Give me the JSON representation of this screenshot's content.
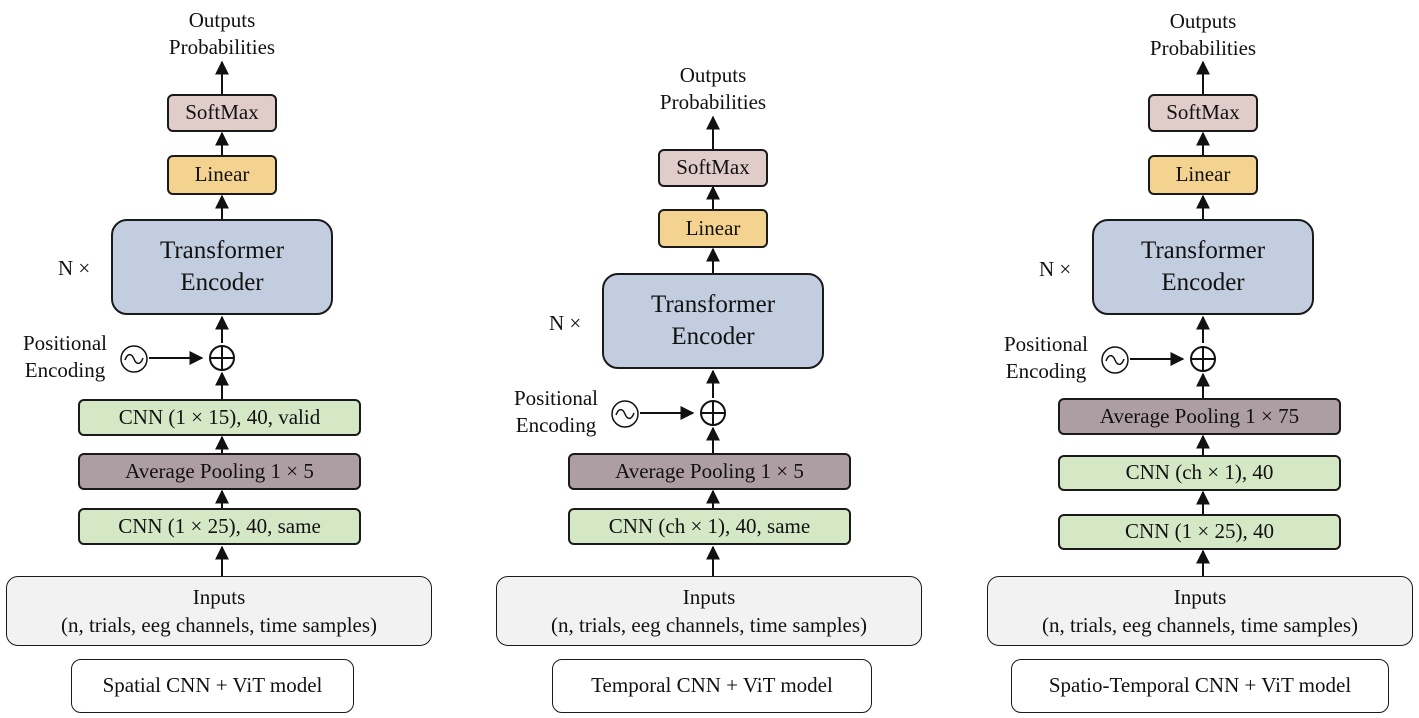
{
  "diagrams": [
    {
      "outputs_line1": "Outputs",
      "outputs_line2": "Probabilities",
      "softmax": "SoftMax",
      "linear": "Linear",
      "repeat": "N ×",
      "encoder_line1": "Transformer",
      "encoder_line2": "Encoder",
      "pos_line1": "Positional",
      "pos_line2": "Encoding",
      "layers": [
        "CNN (1 × 15), 40, valid",
        "Average Pooling 1 × 5",
        "CNN (1 × 25), 40, same"
      ],
      "inputs_line1": "Inputs",
      "inputs_line2": "(n, trials, eeg channels, time samples)",
      "caption": "Spatial CNN + ViT model"
    },
    {
      "outputs_line1": "Outputs",
      "outputs_line2": "Probabilities",
      "softmax": "SoftMax",
      "linear": "Linear",
      "repeat": "N ×",
      "encoder_line1": "Transformer",
      "encoder_line2": "Encoder",
      "pos_line1": "Positional",
      "pos_line2": "Encoding",
      "layers": [
        "Average Pooling 1 × 5",
        "CNN (ch × 1), 40, same"
      ],
      "inputs_line1": "Inputs",
      "inputs_line2": "(n, trials, eeg channels, time samples)",
      "caption": "Temporal CNN + ViT model"
    },
    {
      "outputs_line1": "Outputs",
      "outputs_line2": "Probabilities",
      "softmax": "SoftMax",
      "linear": "Linear",
      "repeat": "N ×",
      "encoder_line1": "Transformer",
      "encoder_line2": "Encoder",
      "pos_line1": "Positional",
      "pos_line2": "Encoding",
      "layers": [
        "Average Pooling 1 × 75",
        "CNN (ch × 1), 40",
        "CNN (1 × 25), 40"
      ],
      "inputs_line1": "Inputs",
      "inputs_line2": "(n, trials, eeg channels, time samples)",
      "caption": "Spatio-Temporal CNN + ViT model"
    }
  ]
}
